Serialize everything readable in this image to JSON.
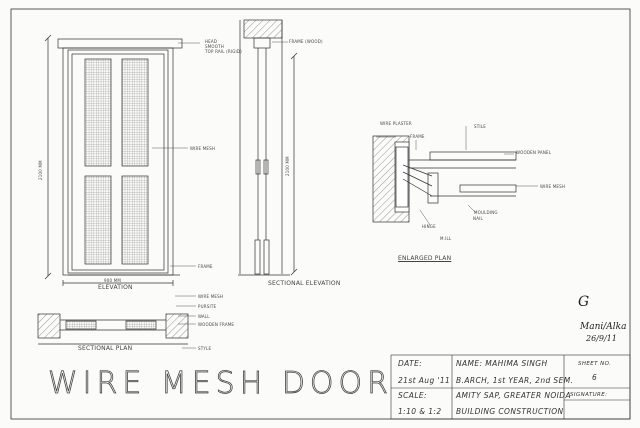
{
  "elevation_labels": {
    "head": "HEAD",
    "head_sub1": "SMOOTH",
    "head_sub2": "TOP RAIL (RIGID)",
    "wire_mesh": "WIRE MESH",
    "frame": "FRAME",
    "height_dim": "2100 MM",
    "width_dim": "900 MM",
    "elevation": "ELEVATION"
  },
  "section_labels": {
    "frame": "FRAME (WOOD)",
    "height_dim": "2100 MM",
    "sectional_elevation": "SECTIONAL ELEVATION"
  },
  "plan_labels": {
    "wire_mesh": "WIRE MESH",
    "pursite": "PURSITE",
    "wall": "WALL",
    "wooden_frame": "WOODEN FRAME",
    "style": "STYLE",
    "sectional_plan": "SECTIONAL PLAN"
  },
  "enlarged_labels": {
    "wire_plaster": "WIRE PLASTER",
    "frame": "FRAME",
    "stile": "STILE",
    "wooden_panel": "WOODEN PANEL",
    "wire_mesh": "WIRE MESH",
    "moulding": "MOULDING",
    "nail": "NAIL",
    "hinge": "HINGE",
    "mill": "M.ILL",
    "enlarged_plan": "ENLARGED PLAN"
  },
  "title": "WIRE MESH DOOR",
  "title_block": {
    "date_label": "DATE:",
    "date_value": "21st Aug '11",
    "name": "NAME: MAHIMA SINGH",
    "course": "B.ARCH, 1st YEAR, 2nd SEM.",
    "institute": "AMITY SAP, GREATER NOIDA",
    "scale_label": "SCALE:",
    "scale_value": "1:10 & 1:2",
    "subject": "BUILDING CONSTRUCTION",
    "sheet_label": "SHEET NO.",
    "sheet_value": "6",
    "signature_label": "SIGNATURE:"
  },
  "signatures": {
    "sign1": "G",
    "sign2": "Mani/Alka",
    "sign_date": "26/9/11"
  }
}
